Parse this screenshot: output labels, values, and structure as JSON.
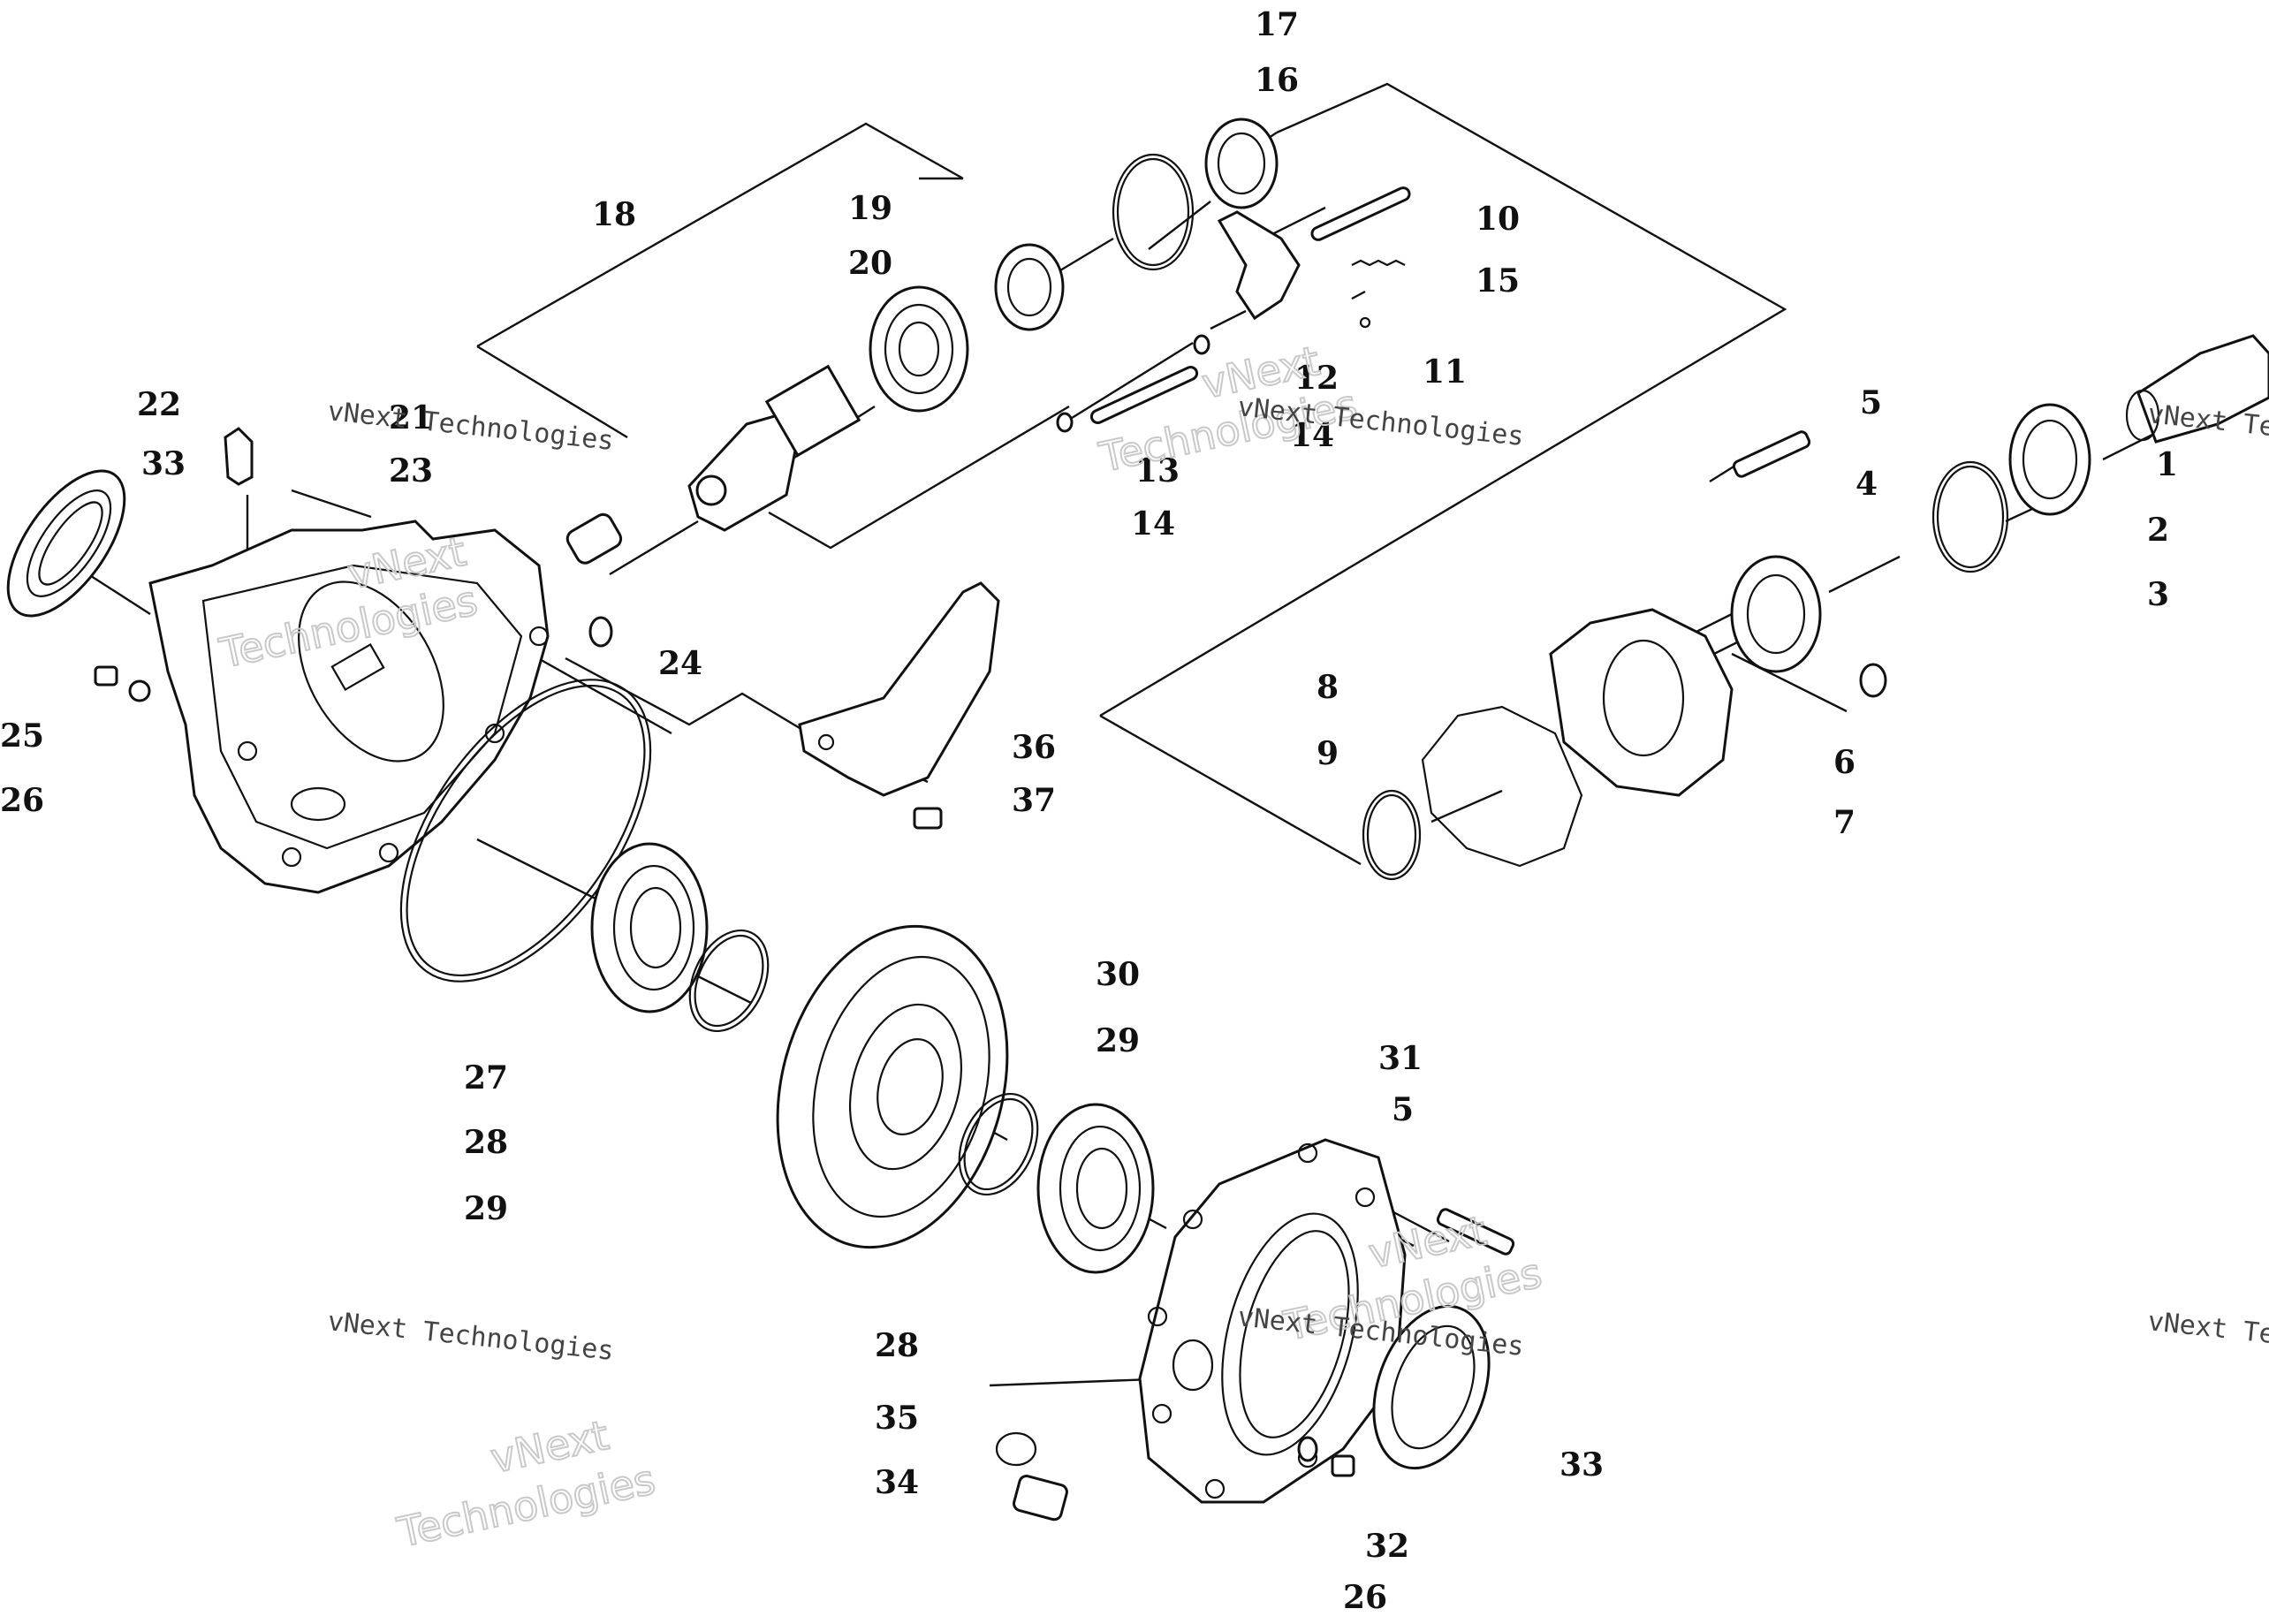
{
  "labels": [
    "1",
    "2",
    "3",
    "4",
    "5",
    "5",
    "6",
    "7",
    "8",
    "9",
    "10",
    "11",
    "12",
    "13",
    "14",
    "14",
    "15",
    "16",
    "17",
    "18",
    "19",
    "20",
    "21",
    "22",
    "23",
    "24",
    "25",
    "26",
    "26",
    "27",
    "28",
    "28",
    "29",
    "29",
    "30",
    "31",
    "32",
    "33",
    "33",
    "34",
    "35",
    "36",
    "37"
  ],
  "watermark": {
    "line1": "vNext Technologies",
    "line2": "vNext",
    "line3": "Technologies"
  }
}
